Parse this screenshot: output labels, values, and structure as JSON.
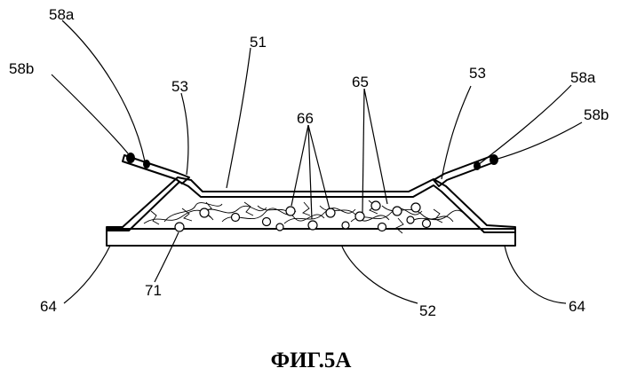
{
  "labels": {
    "l58a_left": "58a",
    "l58b_left": "58b",
    "l53_left": "53",
    "l51": "51",
    "l66": "66",
    "l65": "65",
    "l53_right": "53",
    "l58a_right": "58a",
    "l58b_right": "58b",
    "l64_left": "64",
    "l71": "71",
    "l52": "52",
    "l64_right": "64"
  },
  "caption": "ФИГ.5А"
}
